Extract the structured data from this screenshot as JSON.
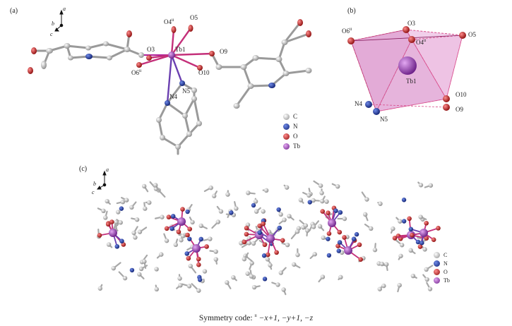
{
  "panel_a": {
    "tag": "(a)",
    "axes": [
      "a",
      "b",
      "c"
    ],
    "labels": {
      "O4ii": "O4",
      "O4ii_sup": "ii",
      "O5": "O5",
      "Tb1": "Tb1",
      "O3": "O3",
      "O9": "O9",
      "O6ii": "O6",
      "O6ii_sup": "ii",
      "O10": "O10",
      "N5": "N5",
      "N4": "N4"
    },
    "legend": [
      {
        "symbol": "C",
        "color": "#c8c8c8"
      },
      {
        "symbol": "N",
        "color": "#1f3fa8"
      },
      {
        "symbol": "O",
        "color": "#d41e1e"
      },
      {
        "symbol": "Tb",
        "color": "#9b3fb5"
      }
    ]
  },
  "panel_b": {
    "tag": "(b)",
    "labels": {
      "O6ii": "O6",
      "O6ii_sup": "ii",
      "O3": "O3",
      "O5": "O5",
      "O4ii": "O4",
      "O4ii_sup": "ii",
      "Tb1": "Tb1",
      "N4": "N4",
      "N5": "N5",
      "O10": "O10",
      "O9": "O9"
    }
  },
  "panel_c": {
    "tag": "(c)",
    "axes": [
      "a",
      "b",
      "c"
    ],
    "legend": [
      {
        "symbol": "C",
        "color": "#c8c8c8"
      },
      {
        "symbol": "N",
        "color": "#1f3fa8"
      },
      {
        "symbol": "O",
        "color": "#d41e1e"
      },
      {
        "symbol": "Tb",
        "color": "#9b3fb5"
      }
    ]
  },
  "caption": {
    "prefix": "Symmetry code: ",
    "sup": "ii",
    "code": " −x+1, −y+1, −z"
  },
  "colors": {
    "carbon": "#c8c8c8",
    "nitrogen": "#1f3fa8",
    "oxygen": "#d41e1e",
    "terbium": "#9b3fb5",
    "polyhedron": "#e29ccf"
  }
}
